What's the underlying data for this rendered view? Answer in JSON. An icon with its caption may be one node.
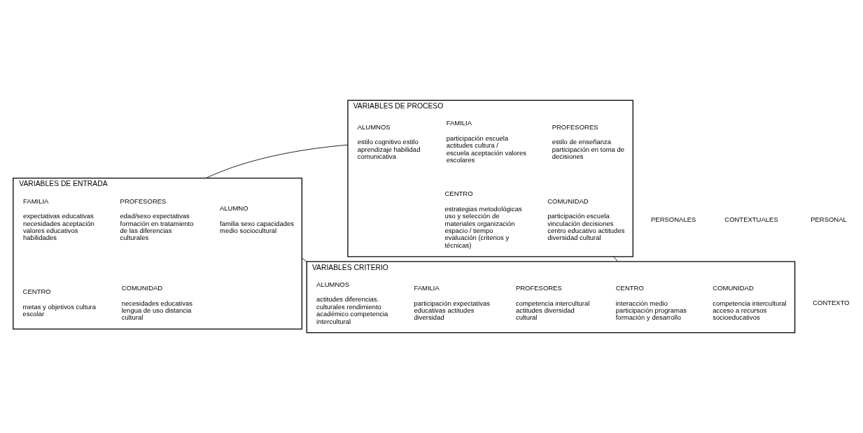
{
  "diagram": {
    "nodes": [
      {
        "text": [
          "VARIABLES DE ENTRADA"
        ]
      },
      {
        "text": [
          "ALUMNO",
          "familia sexo capacidades medio sociocultural"
        ],
        "in": 0
      },
      {
        "text": [
          "FAMILIA",
          "expectativas educativas necesidades aceptación valores educativos habilidades"
        ],
        "in": 0
      },
      {
        "text": [
          "PROFESORES",
          "edad/sexo expectativas formación en tratamiento de las diferencias culturales"
        ],
        "in": 0
      },
      {
        "text": [
          "CENTRO",
          "metas y objetivos cultura escolar"
        ],
        "in": 0
      },
      {
        "text": [
          "COMUNIDAD",
          "necesidades educativas lengua de uso distancia cultural"
        ],
        "in": 0
      },
      {
        "text": [
          "VARIABLES DE PROCESO"
        ]
      },
      {
        "text": [
          "ALUMNOS",
          "estilo cognitivo estilo aprendizaje habilidad comunicativa"
        ],
        "in": 6
      },
      {
        "text": [
          "FAMILIA",
          "participación escuela actitudes cultura / escuela aceptación valores escolares"
        ],
        "in": 6
      },
      {
        "text": [
          "PROFESORES",
          "estilo de enseñanza participación en toma de decisiones"
        ],
        "in": 6
      },
      {
        "text": [
          "CENTRO",
          "estrategias metodológicas uso y selección de materiales organización espacio / tiempo evaluación (criterios y técnicas)"
        ],
        "in": 6
      },
      {
        "text": [
          "COMUNIDAD",
          "participación escuela vinculación decisiones centro educativo actitudes diversidad cultural"
        ],
        "in": 6
      },
      {
        "text": [
          "VARIABLES CRITERIO"
        ]
      },
      {
        "text": [
          "ALUMNOS",
          "actitudes diferencias. culturales rendimiento académico competencia intercultural"
        ],
        "in": 12
      },
      {
        "text": [
          "FAMILIA",
          "participación expectativas educativas actitudes diversidad"
        ],
        "in": 12
      },
      {
        "text": [
          "PROFESORES",
          "competencia intercultural actitudes diversidad cultural"
        ],
        "in": 12
      },
      {
        "text": [
          "COMUNIDAD",
          "competencia intercultural acceso a recursos socioeducativos"
        ],
        "in": 12
      },
      {
        "text": [
          "CENTRO",
          "interacción medio participación programas formación y desarrollo"
        ],
        "in": 12
      }
    ],
    "edges": [
      {
        "from": 0,
        "to": 6,
        "arrow": "none"
      },
      {
        "from": 0,
        "to": 12,
        "arrow": "none"
      },
      {
        "from": 6,
        "to": 12,
        "arrow": "none"
      }
    ],
    "labels": [
      "PERSONAL",
      "CONTEXTO",
      "PERSONALES",
      "CONTEXTUALES"
    ]
  }
}
